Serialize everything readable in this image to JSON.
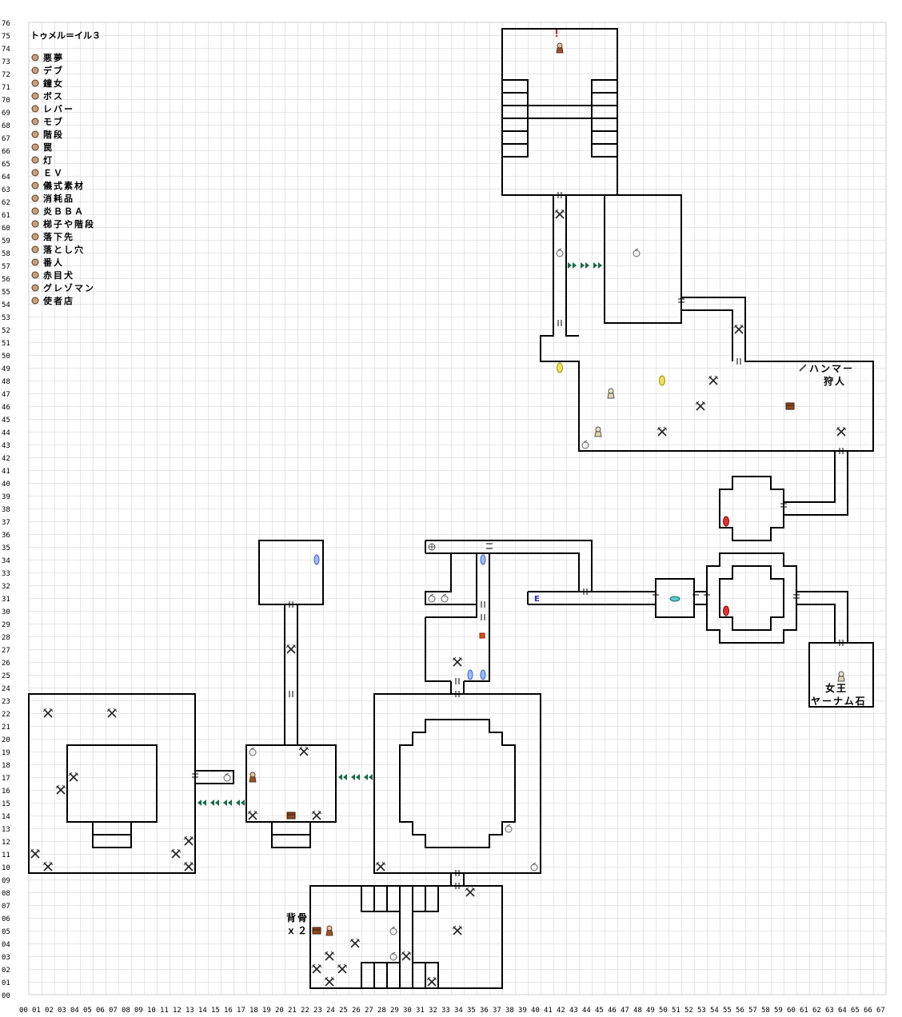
{
  "title": "トゥメル＝イル３",
  "legend": [
    {
      "icon": "chest-icon",
      "label": "悪夢"
    },
    {
      "icon": "fat-enemy-icon",
      "label": "デブ"
    },
    {
      "icon": "bell-woman-icon",
      "label": "鐘女"
    },
    {
      "icon": "boss-icon",
      "label": "ボス"
    },
    {
      "icon": "lever-icon",
      "label": "レバー"
    },
    {
      "icon": "mob-swords-icon",
      "label": "モブ"
    },
    {
      "icon": "stairs-arrows-icon",
      "label": "階段"
    },
    {
      "icon": "trap-icon",
      "label": "罠"
    },
    {
      "icon": "lamp-icon",
      "label": "灯"
    },
    {
      "icon": "elevator-icon",
      "label": "ＥＶ"
    },
    {
      "icon": "ritual-material-icon",
      "label": "儀式素材"
    },
    {
      "icon": "consumable-bag-icon",
      "label": "消耗品"
    },
    {
      "icon": "fire-hag-icon",
      "label": "炎ＢＢＡ"
    },
    {
      "icon": "ladder-stairs-icon",
      "label": "梯子や階段"
    },
    {
      "icon": "drop-destination-icon",
      "label": "落下先"
    },
    {
      "icon": "pitfall-icon",
      "label": "落とし穴"
    },
    {
      "icon": "guard-icon",
      "label": "番人"
    },
    {
      "icon": "red-eye-dog-icon",
      "label": "赤目犬"
    },
    {
      "icon": "gremlin-icon",
      "label": "グレゾマン"
    },
    {
      "icon": "messenger-shop-icon",
      "label": "使者店"
    }
  ],
  "annotations": {
    "hammer_line1": "ハンマー",
    "hammer_line2": "狩人",
    "queen_line1": "女王",
    "queen_line2": "ヤーナム石",
    "bone_line1": "背骨",
    "bone_line2": "ｘ２"
  },
  "grid": {
    "x_max": 67,
    "y_max": 76,
    "x_labels_digits": 2
  },
  "colors": {
    "grid": "#cfcfcf",
    "wall": "#000000",
    "trap": "#e0501a",
    "lamp": "#2aa0a0",
    "elevator": "#2a2acc",
    "red_lamp": "#d82020",
    "ladder": "#3a63c8",
    "ritual": "#c8b400"
  }
}
